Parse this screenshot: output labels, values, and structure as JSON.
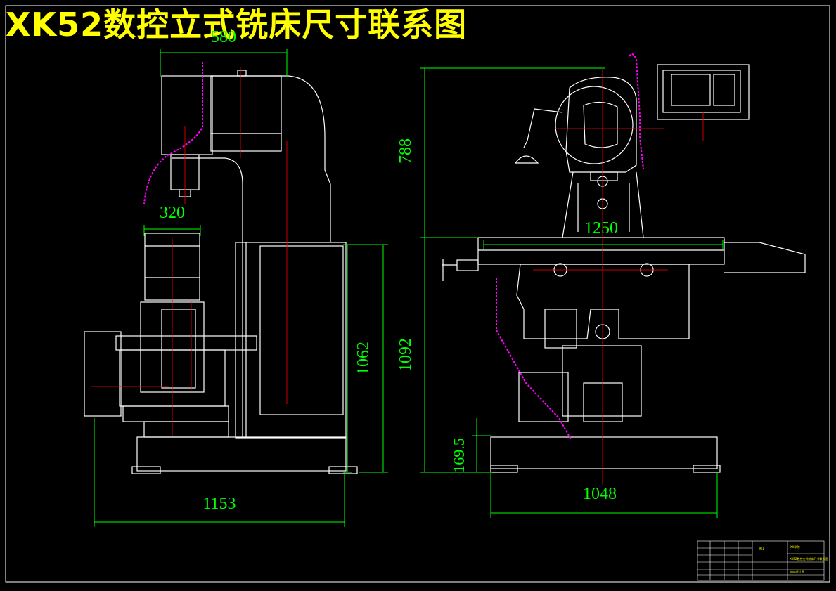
{
  "title": "XK52数控立式铣床尺寸联系图",
  "dimensions": {
    "left_view": {
      "top_width": "580",
      "head_width": "320",
      "height": "1062",
      "base_width": "1153"
    },
    "right_view": {
      "upper_height": "788",
      "table_length": "1250",
      "lower_height": "1092",
      "base_height": "169.5",
      "base_width": "1048"
    }
  },
  "title_block": {
    "company": "XX学院",
    "sheet": "图1",
    "drawing_name": "XK52数控立式铣床尺寸联系图",
    "drawing_no": "机床尺寸图"
  },
  "colors": {
    "background": "#000000",
    "outline": "#ffffff",
    "dimension": "#00ff00",
    "centerline": "#ff0000",
    "title": "#ffff00",
    "machine_part": "#ff00ff"
  }
}
